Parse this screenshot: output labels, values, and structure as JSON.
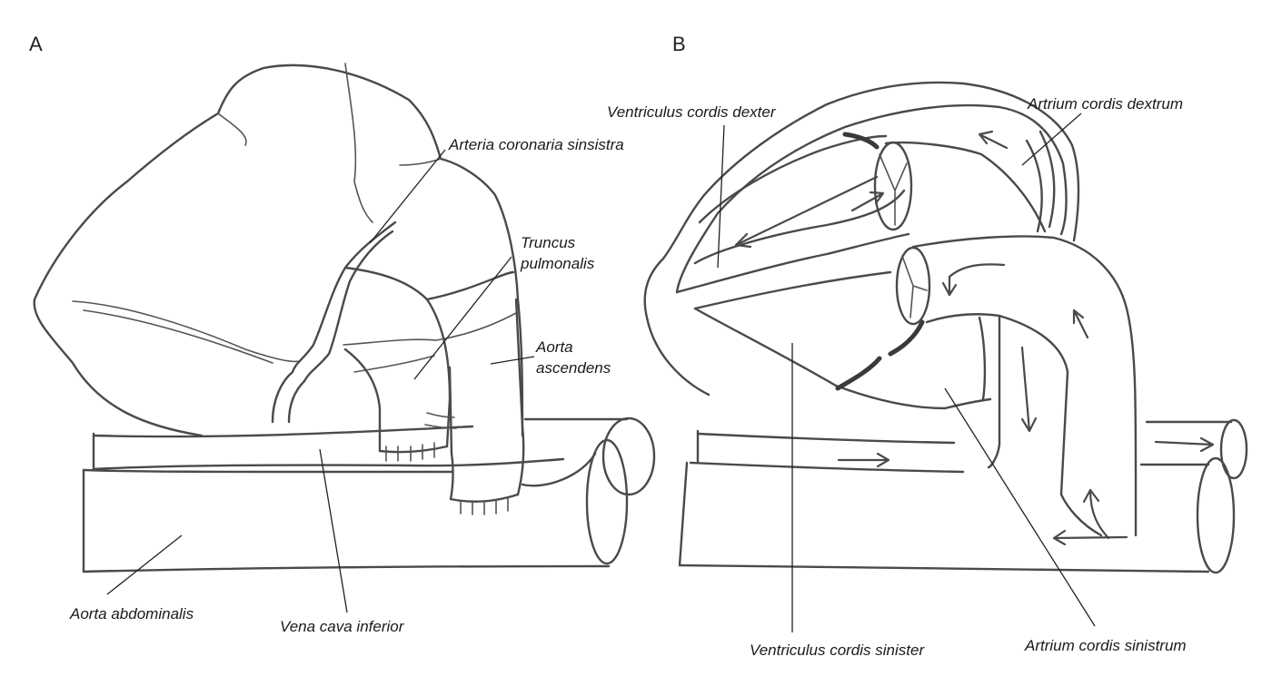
{
  "panels": {
    "a": "A",
    "b": "B"
  },
  "labels_a": {
    "arteria_coronaria": "Arteria coronaria sinsistra",
    "truncus_1": "Truncus",
    "truncus_2": "pulmonalis",
    "aorta_1": "Aorta",
    "aorta_2": "ascendens",
    "aorta_abdominalis": "Aorta abdominalis",
    "vena_cava": "Vena cava inferior"
  },
  "labels_b": {
    "ventriculus_dexter": "Ventriculus cordis dexter",
    "atrium_dextrum": "Artrium cordis dextrum",
    "ventriculus_sinister": "Ventriculus cordis sinister",
    "atrium_sinistrum": "Artrium cordis sinistrum"
  }
}
